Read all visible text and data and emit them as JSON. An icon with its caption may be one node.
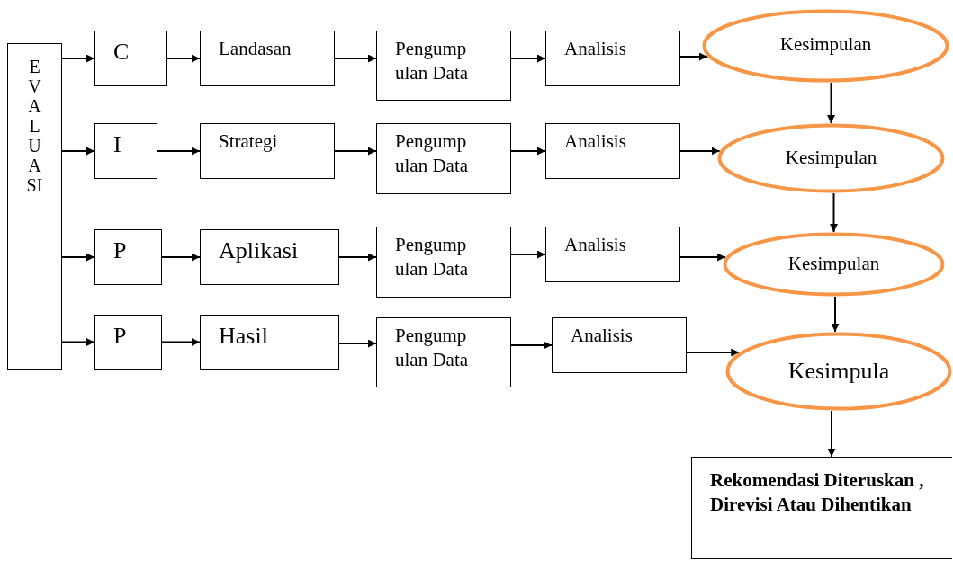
{
  "diagram": {
    "nodes": [
      {
        "text": [
          "EVALUASI"
        ]
      },
      {
        "text": [
          "C"
        ]
      },
      {
        "text": [
          "Landasan"
        ]
      },
      {
        "text": [
          "Pengump ulan Data"
        ]
      },
      {
        "text": [
          "Analisis"
        ]
      },
      {
        "text": [
          "Kesimpulan"
        ]
      },
      {
        "text": [
          "I"
        ]
      },
      {
        "text": [
          "Strategi"
        ]
      },
      {
        "text": [
          "Pengump ulan Data"
        ]
      },
      {
        "text": [
          "Analisis"
        ]
      },
      {
        "text": [
          "Kesimpulan"
        ]
      },
      {
        "text": [
          "P"
        ]
      },
      {
        "text": [
          "Aplikasi"
        ]
      },
      {
        "text": [
          "Pengump ulan Data"
        ]
      },
      {
        "text": [
          "Analisis"
        ]
      },
      {
        "text": [
          "Kesimpulan"
        ]
      },
      {
        "text": [
          "P"
        ]
      },
      {
        "text": [
          "Hasil"
        ]
      },
      {
        "text": [
          "Pengump ulan Data"
        ]
      },
      {
        "text": [
          "Analisis"
        ]
      },
      {
        "text": [
          "Kesimpula"
        ]
      },
      {
        "text": [
          "Rekomendasi Diteruskan , Direvisi Atau Dihentikan"
        ]
      }
    ],
    "edges": [
      {
        "from": 0,
        "to": 1,
        "arrow": "to"
      },
      {
        "from": 0,
        "to": 6,
        "arrow": "to"
      },
      {
        "from": 0,
        "to": 11,
        "arrow": "to"
      },
      {
        "from": 0,
        "to": 16,
        "arrow": "to"
      },
      {
        "from": 1,
        "to": 2,
        "arrow": "to"
      },
      {
        "from": 2,
        "to": 3,
        "arrow": "to"
      },
      {
        "from": 3,
        "to": 4,
        "arrow": "to"
      },
      {
        "from": 4,
        "to": 5,
        "arrow": "to"
      },
      {
        "from": 6,
        "to": 7,
        "arrow": "to"
      },
      {
        "from": 7,
        "to": 8,
        "arrow": "to"
      },
      {
        "from": 8,
        "to": 9,
        "arrow": "to"
      },
      {
        "from": 9,
        "to": 10,
        "arrow": "to"
      },
      {
        "from": 11,
        "to": 12,
        "arrow": "to"
      },
      {
        "from": 12,
        "to": 13,
        "arrow": "to"
      },
      {
        "from": 13,
        "to": 14,
        "arrow": "to"
      },
      {
        "from": 14,
        "to": 15,
        "arrow": "to"
      },
      {
        "from": 16,
        "to": 17,
        "arrow": "to"
      },
      {
        "from": 17,
        "to": 18,
        "arrow": "to"
      },
      {
        "from": 18,
        "to": 19,
        "arrow": "to"
      },
      {
        "from": 19,
        "to": 20,
        "arrow": "to"
      },
      {
        "from": 5,
        "to": 10,
        "arrow": "to"
      },
      {
        "from": 10,
        "to": 15,
        "arrow": "to"
      },
      {
        "from": 15,
        "to": 20,
        "arrow": "to"
      },
      {
        "from": 20,
        "to": 21,
        "arrow": "to"
      }
    ]
  }
}
